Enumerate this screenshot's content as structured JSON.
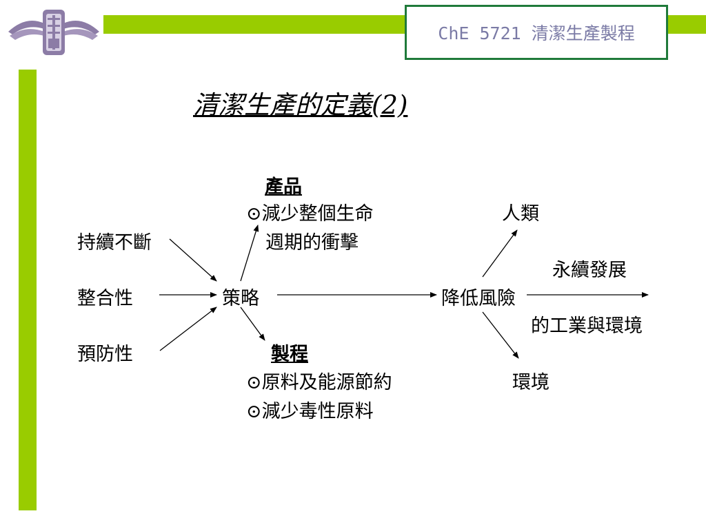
{
  "header": {
    "course": "ChE 5721 清潔生產製程"
  },
  "title": "清潔生產的定義(2)",
  "diagram": {
    "inputs": [
      "持續不斷",
      "整合性",
      "預防性"
    ],
    "center": "策略",
    "product": {
      "heading": "產品",
      "line1": "⊙減少整個生命",
      "line2": "週期的衝擊"
    },
    "process": {
      "heading": "製程",
      "line1": "⊙原料及能源節約",
      "line2": "⊙減少毒性原料"
    },
    "risk": "降低風險",
    "human": "人類",
    "environment": "環境",
    "outcome": {
      "line1": "永續發展",
      "line2": "的工業與環境"
    }
  }
}
